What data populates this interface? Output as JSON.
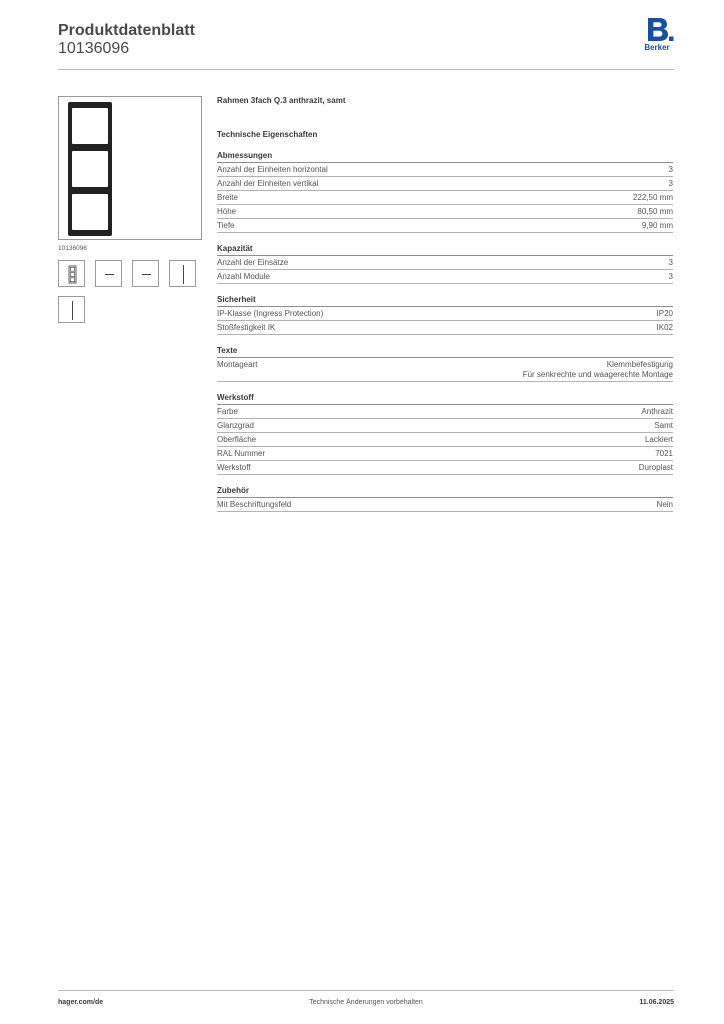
{
  "header": {
    "title": "Produktdatenblatt",
    "number": "10136096",
    "logo_text": "Berker",
    "logo_color": "#1b4fa0"
  },
  "image": {
    "caption": "10136096",
    "frame_color": "#222222"
  },
  "product": {
    "name": "Rahmen 3fach Q.3 anthrazit, samt",
    "section_heading": "Technische Eigenschaften"
  },
  "groups": [
    {
      "title": "Abmessungen",
      "rows": [
        {
          "label": "Anzahl der Einheiten horizontal",
          "value": [
            "3"
          ]
        },
        {
          "label": "Anzahl der Einheiten vertikal",
          "value": [
            "3"
          ]
        },
        {
          "label": "Breite",
          "value": [
            "222,50 mm"
          ]
        },
        {
          "label": "Höhe",
          "value": [
            "80,50 mm"
          ]
        },
        {
          "label": "Tiefe",
          "value": [
            "9,90 mm"
          ]
        }
      ]
    },
    {
      "title": "Kapazität",
      "rows": [
        {
          "label": "Anzahl der Einsätze",
          "value": [
            "3"
          ]
        },
        {
          "label": "Anzahl Module",
          "value": [
            "3"
          ]
        }
      ]
    },
    {
      "title": "Sicherheit",
      "rows": [
        {
          "label": "IP-Klasse (Ingress Protection)",
          "value": [
            "IP20"
          ]
        },
        {
          "label": "Stoßfestigkeit IK",
          "value": [
            "IK02"
          ]
        }
      ]
    },
    {
      "title": "Texte",
      "rows": [
        {
          "label": "Montageart",
          "value": [
            "Klemmbefestigung",
            "Für senkrechte und waagerechte Montage"
          ]
        }
      ]
    },
    {
      "title": "Werkstoff",
      "rows": [
        {
          "label": "Farbe",
          "value": [
            "Anthrazit"
          ]
        },
        {
          "label": "Glanzgrad",
          "value": [
            "Samt"
          ]
        },
        {
          "label": "Oberfläche",
          "value": [
            "Lackiert"
          ]
        },
        {
          "label": "RAL Nummer",
          "value": [
            "7021"
          ]
        },
        {
          "label": "Werkstoff",
          "value": [
            "Duroplast"
          ]
        }
      ]
    },
    {
      "title": "Zubehör",
      "rows": [
        {
          "label": "Mit Beschriftungsfeld",
          "value": [
            "Nein"
          ]
        }
      ]
    }
  ],
  "footer": {
    "website": "hager.com/de",
    "note": "Technische Änderungen vorbehalten",
    "date": "11.06.2025"
  }
}
